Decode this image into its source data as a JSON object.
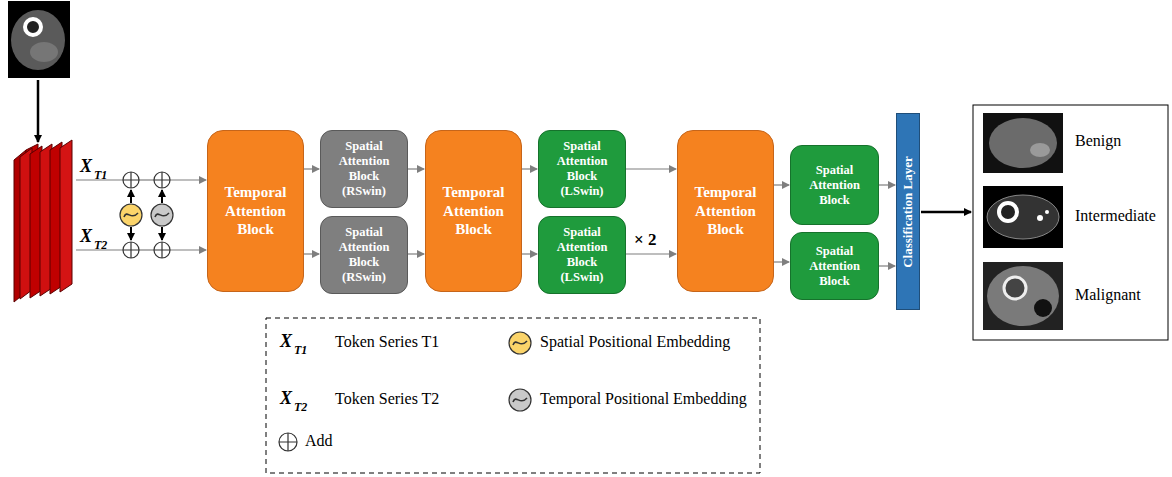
{
  "diagram": {
    "nodes": [
      {
        "text": [
          "Temporal Attention Block"
        ]
      },
      {
        "text": [
          "Spatial Attention Block (RSwin)"
        ]
      },
      {
        "text": [
          "Spatial Attention Block (RSwin)"
        ]
      },
      {
        "text": [
          "Temporal Attention Block"
        ]
      },
      {
        "text": [
          "Spatial Attention Block (LSwin)"
        ]
      },
      {
        "text": [
          "Spatial Attention Block (LSwin)"
        ]
      },
      {
        "text": [
          "Temporal Attention Block"
        ]
      },
      {
        "text": [
          "Spatial Attention Block"
        ]
      },
      {
        "text": [
          "Spatial Attention Block"
        ]
      },
      {
        "text": [
          "Classification Layer"
        ]
      }
    ],
    "edges": [
      {
        "from": 0,
        "to": 1,
        "arrow": "to"
      },
      {
        "from": 0,
        "to": 2,
        "arrow": "to"
      },
      {
        "from": 1,
        "to": 3,
        "arrow": "to"
      },
      {
        "from": 2,
        "to": 3,
        "arrow": "to"
      },
      {
        "from": 3,
        "to": 4,
        "arrow": "to"
      },
      {
        "from": 3,
        "to": 5,
        "arrow": "to"
      },
      {
        "from": 4,
        "to": 6,
        "arrow": "to"
      },
      {
        "from": 5,
        "to": 6,
        "arrow": "to"
      },
      {
        "from": 6,
        "to": 7,
        "arrow": "to"
      },
      {
        "from": 6,
        "to": 8,
        "arrow": "to"
      },
      {
        "from": 7,
        "to": 9,
        "arrow": "to"
      },
      {
        "from": 8,
        "to": 9,
        "arrow": "to"
      }
    ],
    "labels": [
      "X",
      "T1",
      "X",
      "T2",
      "× 2",
      "Benign",
      "Intermediate",
      "Malignant",
      "X",
      "T1",
      "X",
      "T2"
    ],
    "legend": [
      {
        "text": "Token Series T1"
      },
      {
        "text": "Spatial Positional Embedding",
        "color": "#fbd46a"
      },
      {
        "text": "Token Series T2"
      },
      {
        "text": "Temporal Positional Embedding",
        "color": "#c9c9c9"
      },
      {
        "text": "Add"
      }
    ]
  }
}
